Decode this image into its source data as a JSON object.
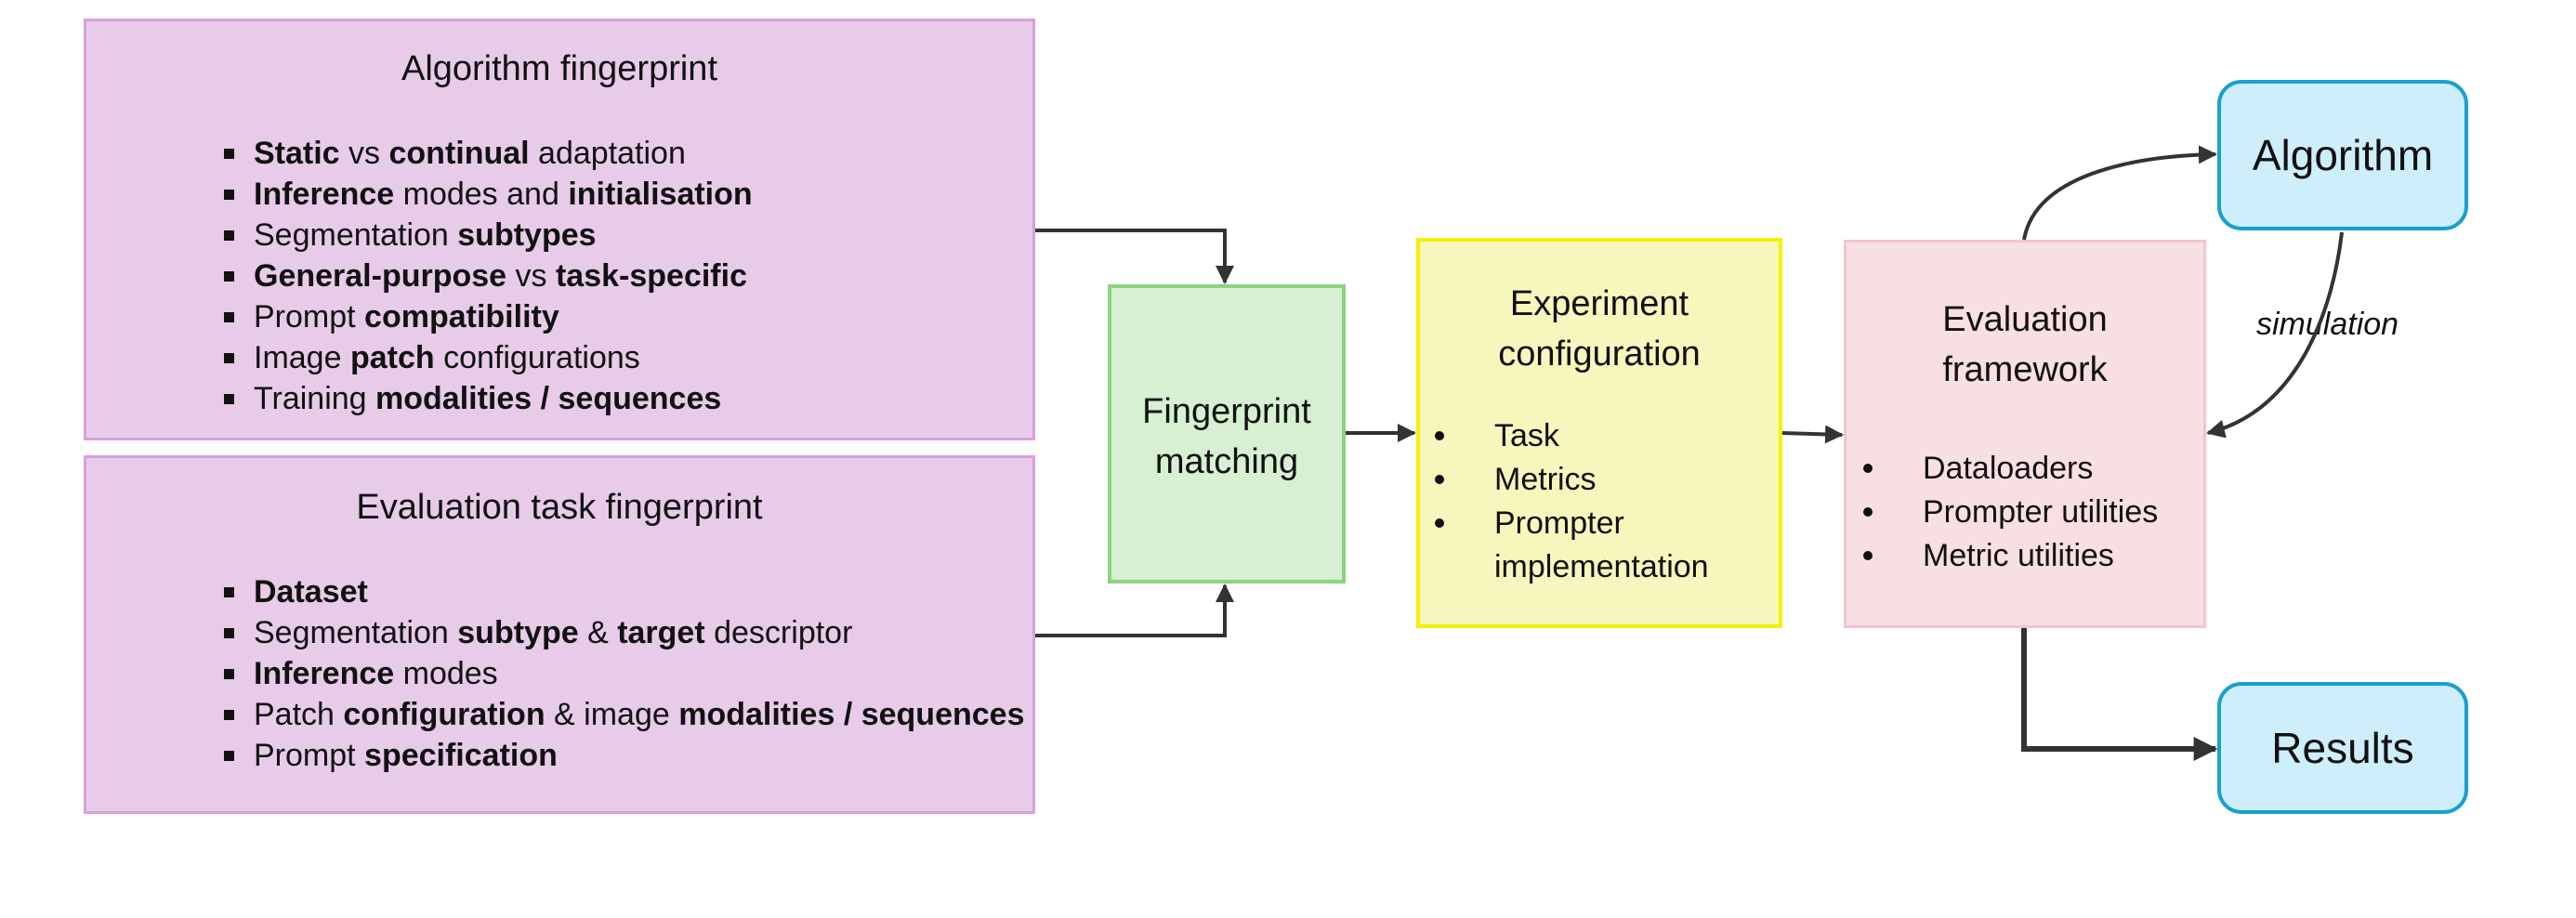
{
  "algorithm_fp": {
    "title": "Algorithm fingerprint",
    "items": [
      [
        {
          "t": "Static",
          "b": true
        },
        {
          "t": " vs ",
          "b": false
        },
        {
          "t": "continual",
          "b": true
        },
        {
          "t": " adaptation",
          "b": false
        }
      ],
      [
        {
          "t": "Inference",
          "b": true
        },
        {
          "t": " modes and ",
          "b": false
        },
        {
          "t": "initialisation",
          "b": true
        }
      ],
      [
        {
          "t": "Segmentation ",
          "b": false
        },
        {
          "t": "subtypes",
          "b": true
        }
      ],
      [
        {
          "t": "General-purpose",
          "b": true
        },
        {
          "t": " vs ",
          "b": false
        },
        {
          "t": "task-specific",
          "b": true
        }
      ],
      [
        {
          "t": "Prompt ",
          "b": false
        },
        {
          "t": "compatibility",
          "b": true
        }
      ],
      [
        {
          "t": "Image ",
          "b": false
        },
        {
          "t": "patch",
          "b": true
        },
        {
          "t": " configurations",
          "b": false
        }
      ],
      [
        {
          "t": "Training ",
          "b": false
        },
        {
          "t": "modalities / sequences",
          "b": true
        }
      ]
    ]
  },
  "task_fp": {
    "title": "Evaluation task fingerprint",
    "items": [
      [
        {
          "t": "Dataset",
          "b": true
        }
      ],
      [
        {
          "t": "Segmentation ",
          "b": false
        },
        {
          "t": "subtype",
          "b": true
        },
        {
          "t": " & ",
          "b": false
        },
        {
          "t": "target",
          "b": true
        },
        {
          "t": " descriptor",
          "b": false
        }
      ],
      [
        {
          "t": "Inference",
          "b": true
        },
        {
          "t": " modes",
          "b": false
        }
      ],
      [
        {
          "t": "Patch ",
          "b": false
        },
        {
          "t": "configuration",
          "b": true
        },
        {
          "t": " & image ",
          "b": false
        },
        {
          "t": "modalities / sequences",
          "b": true
        }
      ],
      [
        {
          "t": "Prompt ",
          "b": false
        },
        {
          "t": "specification",
          "b": true
        }
      ]
    ]
  },
  "matching": {
    "line1": "Fingerprint",
    "line2": "matching"
  },
  "experiment": {
    "line1": "Experiment",
    "line2": "configuration",
    "items": [
      "Task",
      "Metrics",
      "Prompter",
      "implementation"
    ]
  },
  "evaluation": {
    "line1": "Evaluation",
    "line2": "framework",
    "items": [
      "Dataloaders",
      "Prompter utilities",
      "Metric utilities"
    ]
  },
  "algorithm_box": "Algorithm",
  "results_box": "Results",
  "simulation_label": "simulation",
  "colors": {
    "fingerprint_fill": "#e7cbe8",
    "matching_fill": "#d8f0d2",
    "experiment_fill": "#f6f6bd",
    "evaluation_fill": "#f8dfe3",
    "terminal_fill": "#cdeefa",
    "terminal_border": "#1aa0cf",
    "arrow": "#333333"
  }
}
